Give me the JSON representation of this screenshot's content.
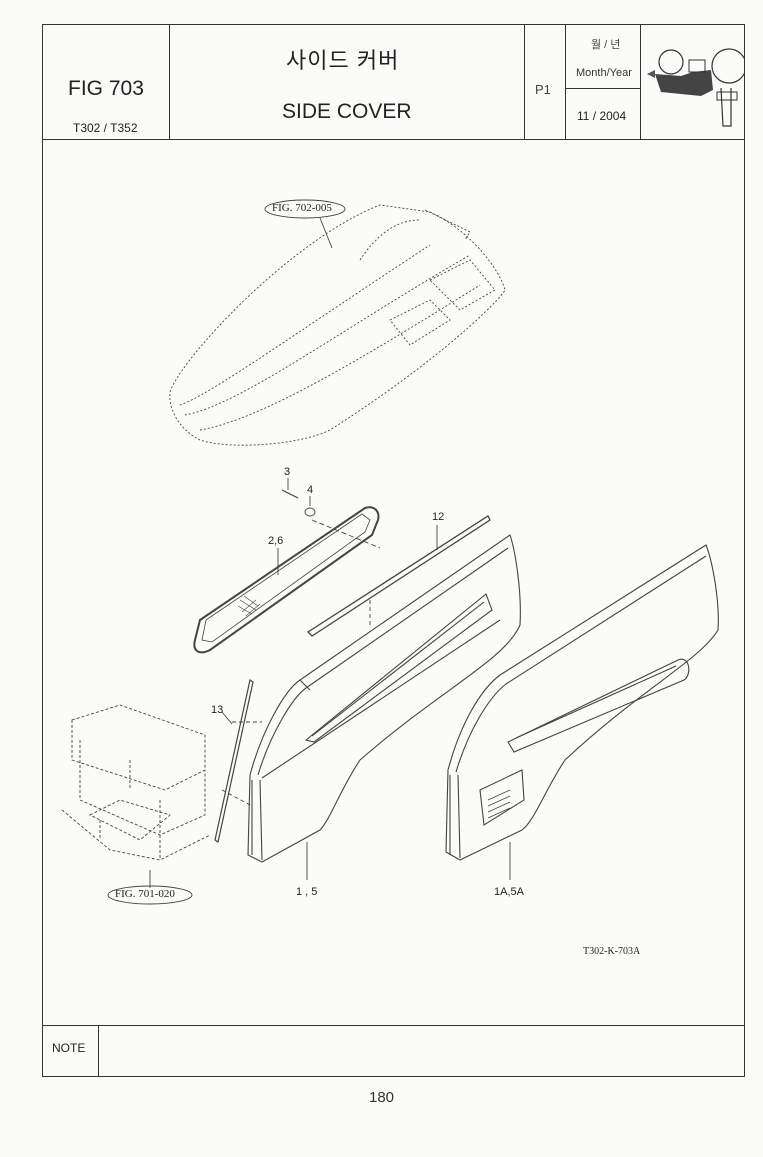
{
  "header": {
    "fig_label": "FIG 703",
    "models": "T302 / T352",
    "title_korean": "사이드 커버",
    "title_english": "SIDE COVER",
    "page": "P1",
    "date_label_korean": "월 / 년",
    "date_label_english": "Month/Year",
    "date_value": "11 / 2004"
  },
  "drawing": {
    "refs": {
      "top_ref": "FIG. 702-005",
      "bottom_ref": "FIG. 701-020"
    },
    "callouts": {
      "c3": "3",
      "c4": "4",
      "c12": "12",
      "c26": "2,6",
      "c13": "13",
      "c15": "1 , 5",
      "c1a5a": "1A,5A"
    },
    "drawing_id": "T302-K-703A"
  },
  "note": {
    "label": "NOTE",
    "text": ""
  },
  "footer": {
    "page_number": "180"
  }
}
